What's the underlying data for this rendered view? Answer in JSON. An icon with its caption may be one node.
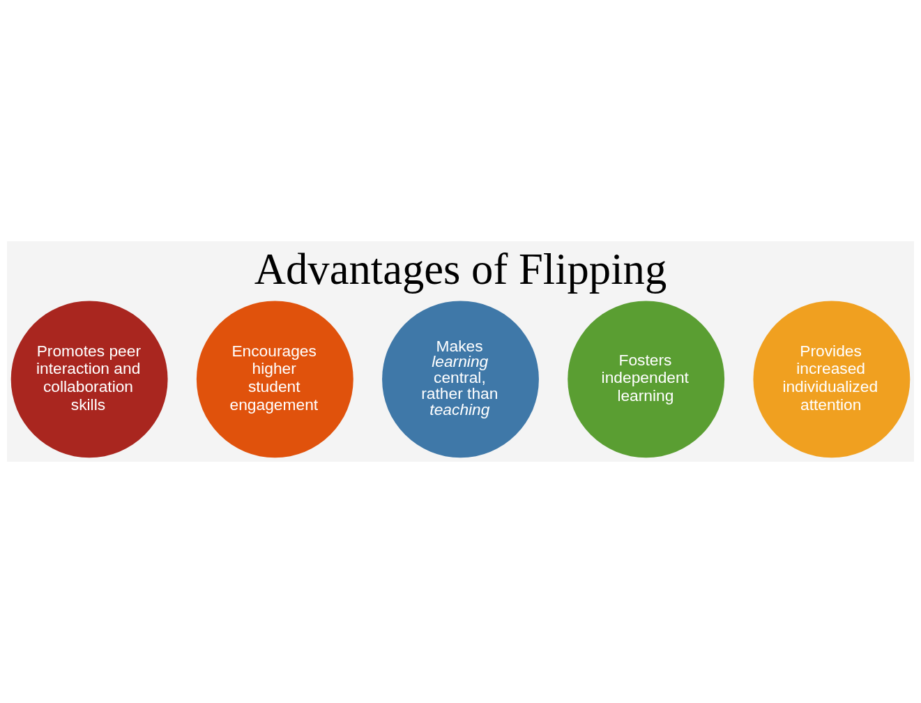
{
  "diagram": {
    "title": "Advantages of Flipping",
    "nodes": [
      {
        "text": [
          "Promotes peer interaction and collaboration skills"
        ]
      },
      {
        "text": [
          "Encourages higher student engagement"
        ]
      },
      {
        "text": [
          "Makes *learning* central, rather than *teaching*"
        ]
      },
      {
        "text": [
          "Fosters independent learning"
        ]
      },
      {
        "text": [
          "Provides increased individualized attention"
        ]
      }
    ],
    "edges": []
  }
}
